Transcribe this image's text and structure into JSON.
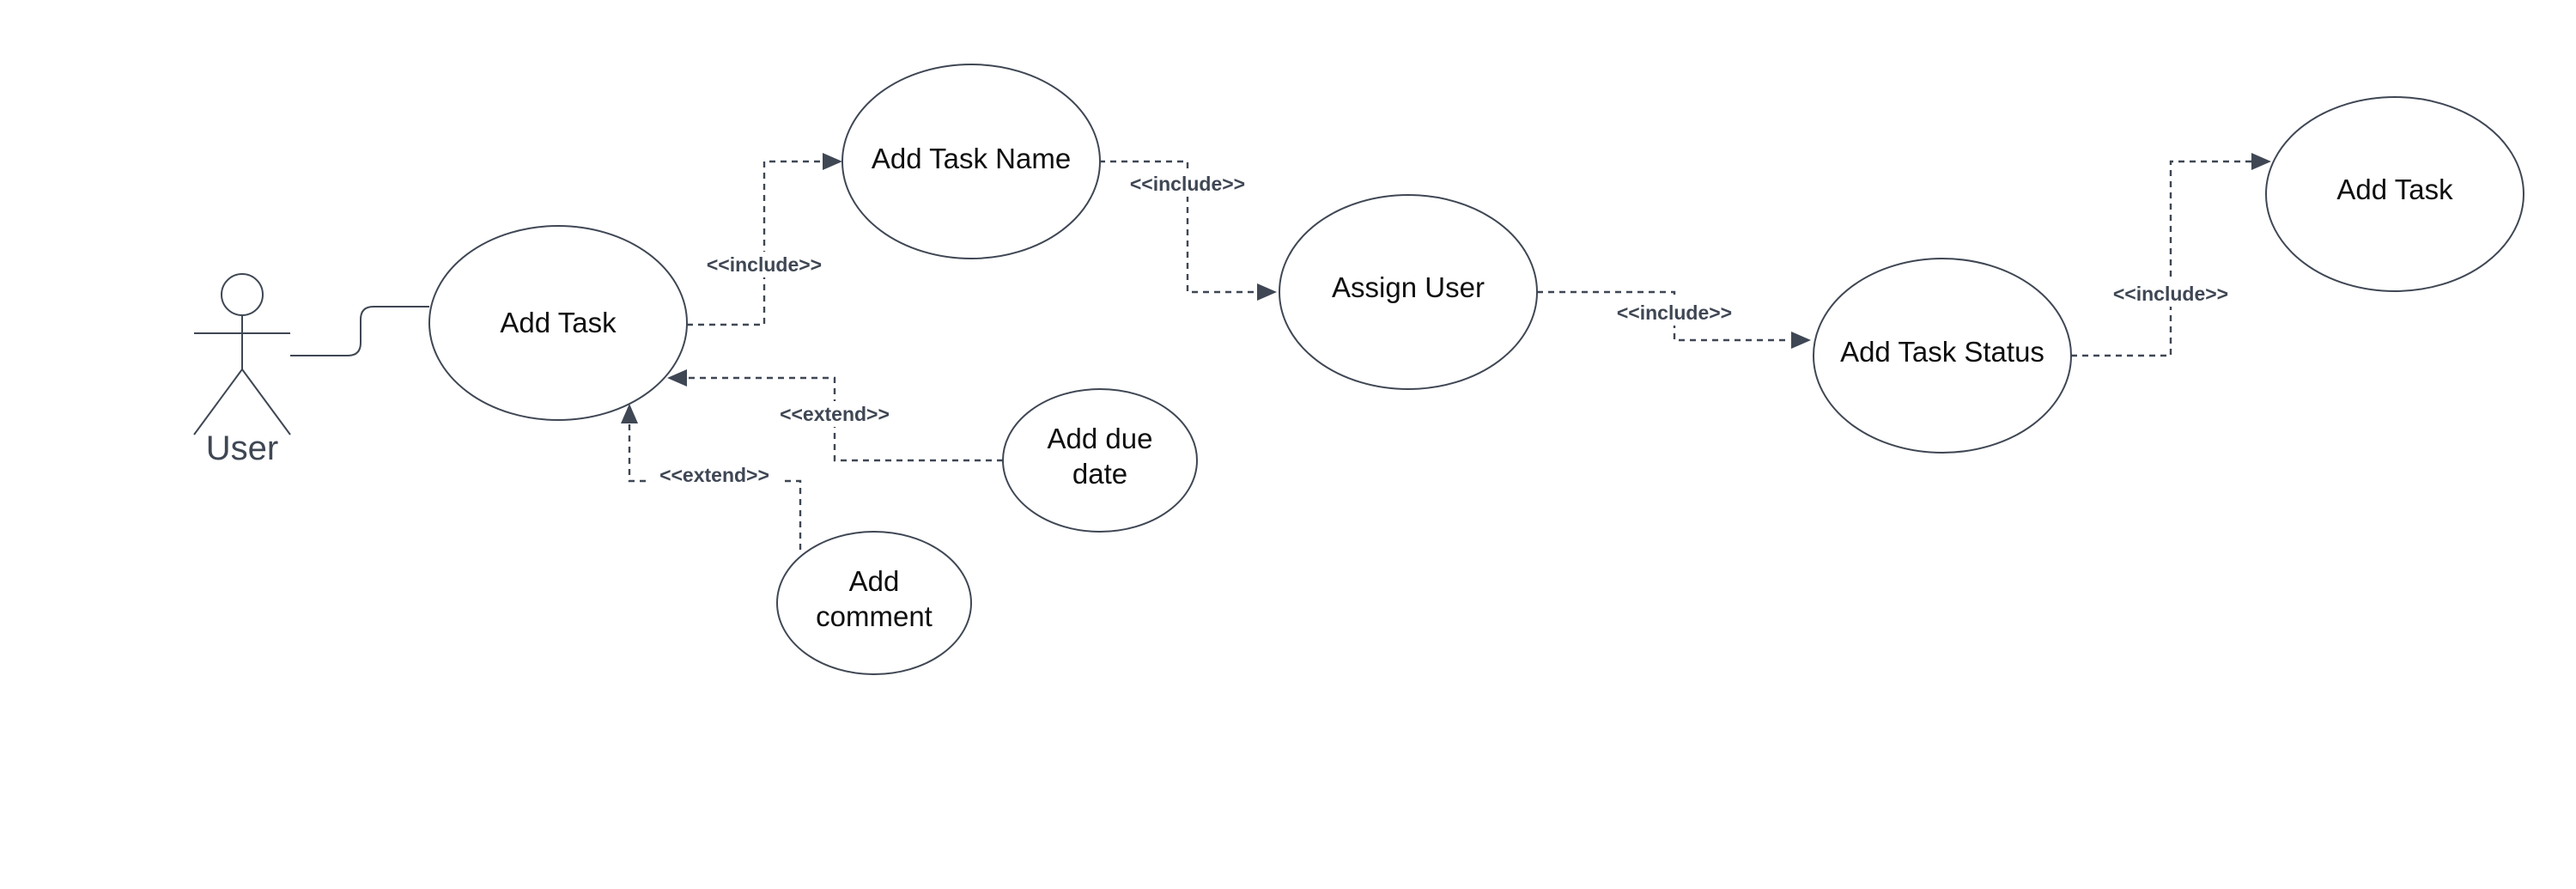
{
  "actor": {
    "label": "User"
  },
  "use_cases": {
    "add_task": "Add Task",
    "add_task_name": "Add Task Name",
    "assign_user": "Assign User",
    "add_task_status": "Add Task Status",
    "add_task_final": "Add Task",
    "add_due_date": [
      "Add due",
      "date"
    ],
    "add_comment": [
      "Add",
      "comment"
    ]
  },
  "relations": {
    "include_task_name": "<<include>>",
    "include_assign_user": "<<include>>",
    "include_task_status": "<<include>>",
    "include_task_final": "<<include>>",
    "extend_due_date": "<<extend>>",
    "extend_comment": "<<extend>>"
  },
  "colors": {
    "stroke": "#3f4754",
    "text": "#0f0f0f",
    "background": "#ffffff"
  }
}
